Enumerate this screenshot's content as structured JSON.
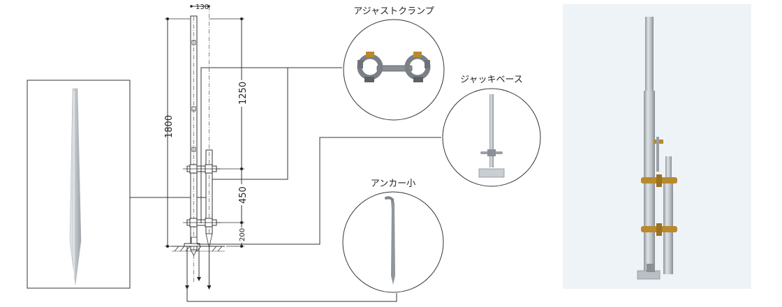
{
  "dimensions": {
    "top_width": "130",
    "total_height": "1800",
    "upper_segment": "1250",
    "middle_segment": "450",
    "lower_segment": "200"
  },
  "parts": [
    {
      "name": "アジャストクランプ"
    },
    {
      "name": "ジャッキベース"
    },
    {
      "name": "アンカー小"
    }
  ],
  "colors": {
    "line": "#333333",
    "metal": "#c9ced3",
    "clamp_metal": "#8a9096",
    "brass": "#b88a2c",
    "photo_bg": "#eef3f7"
  }
}
